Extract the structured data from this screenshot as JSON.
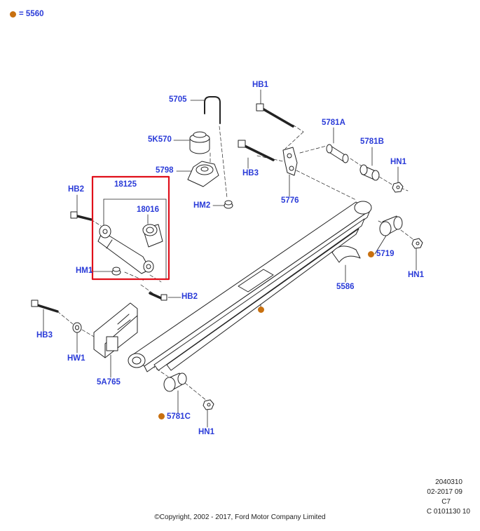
{
  "colors": {
    "callout": "#2a3bd8",
    "marker": "#c8700f",
    "highlight": "#e0101a",
    "line": "#222222"
  },
  "legend": {
    "marker_text": "= 5560"
  },
  "callouts": {
    "c_5705": "5705",
    "c_hb1": "HB1",
    "c_5k570": "5K570",
    "c_5781a": "5781A",
    "c_5781b": "5781B",
    "c_hn1_top": "HN1",
    "c_hb3_top": "HB3",
    "c_5798": "5798",
    "c_18125": "18125",
    "c_hb2_left": "HB2",
    "c_18016": "18016",
    "c_hm2": "HM2",
    "c_5776": "5776",
    "c_5719": "5719",
    "c_hn1_right": "HN1",
    "c_hm1": "HM1",
    "c_hb2_lower": "HB2",
    "c_5586": "5586",
    "c_hb3_left": "HB3",
    "c_hw1": "HW1",
    "c_5a765": "5A765",
    "c_5781c": "5781C",
    "c_hn1_bottom": "HN1"
  },
  "footer": {
    "line1": "2040310",
    "line2": "02-2017 09",
    "line3": "C7",
    "line4": "C 0101130 10",
    "copyright": "©Copyright, 2002 - 2017, Ford Motor Company Limited"
  }
}
